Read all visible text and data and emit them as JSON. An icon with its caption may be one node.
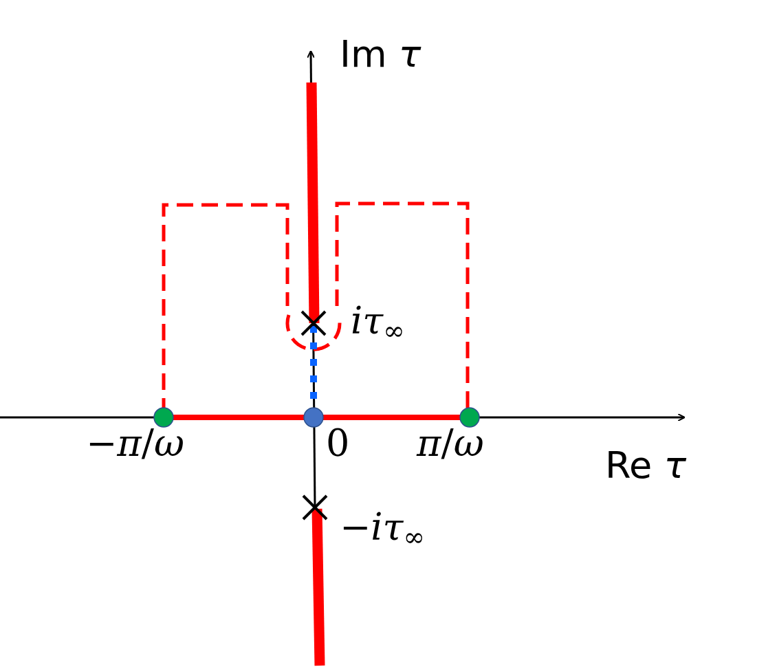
{
  "diagram": {
    "labels": [
      "Im *τ*",
      "*iτ*$_{∞}$",
      "−*π*/*ω*",
      "0",
      "*π*/*ω*",
      "Re *τ*",
      "−*iτ*$_{∞}$"
    ]
  }
}
